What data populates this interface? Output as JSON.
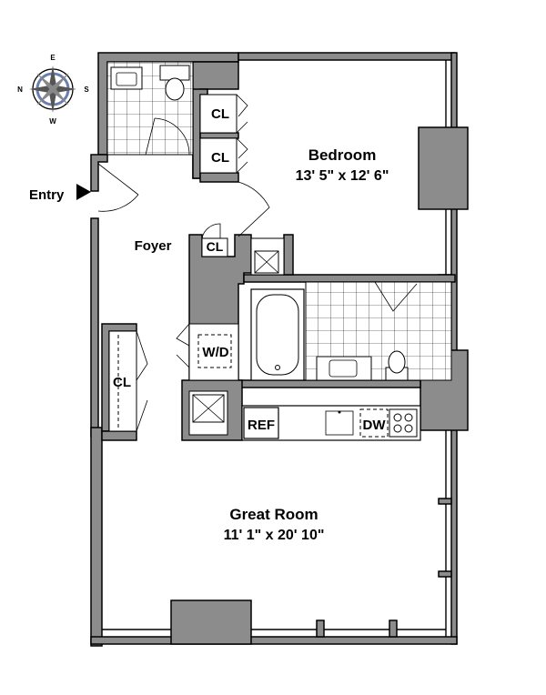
{
  "compass": {
    "n": "N",
    "e": "E",
    "s": "S",
    "w": "W"
  },
  "entry": {
    "label": "Entry"
  },
  "rooms": {
    "bedroom": {
      "name": "Bedroom",
      "dims": "13' 5\" x 12' 6\""
    },
    "foyer": {
      "name": "Foyer"
    },
    "great_room": {
      "name": "Great Room",
      "dims": "11' 1\" x 20' 10\""
    }
  },
  "closets": {
    "cl1": "CL",
    "cl2": "CL",
    "cl3": "CL",
    "cl4": "CL"
  },
  "appliances": {
    "washer_dryer": "W/D",
    "refrigerator": "REF",
    "dishwasher": "DW"
  },
  "colors": {
    "wall_fill": "#8c8c8c",
    "line": "#000000",
    "background": "#ffffff"
  }
}
